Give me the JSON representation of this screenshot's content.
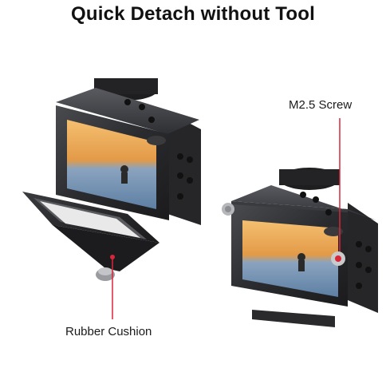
{
  "title": "Quick Detach without Tool",
  "labels": {
    "screw": "M2.5 Screw",
    "rubber": "Rubber Cushion"
  },
  "colors": {
    "accent": "#d8263a",
    "cage_dark": "#2a2a2c",
    "cage_mid": "#3c3d40",
    "screen_sky": "#e8a64a",
    "screen_sea": "#6c8fb0"
  }
}
